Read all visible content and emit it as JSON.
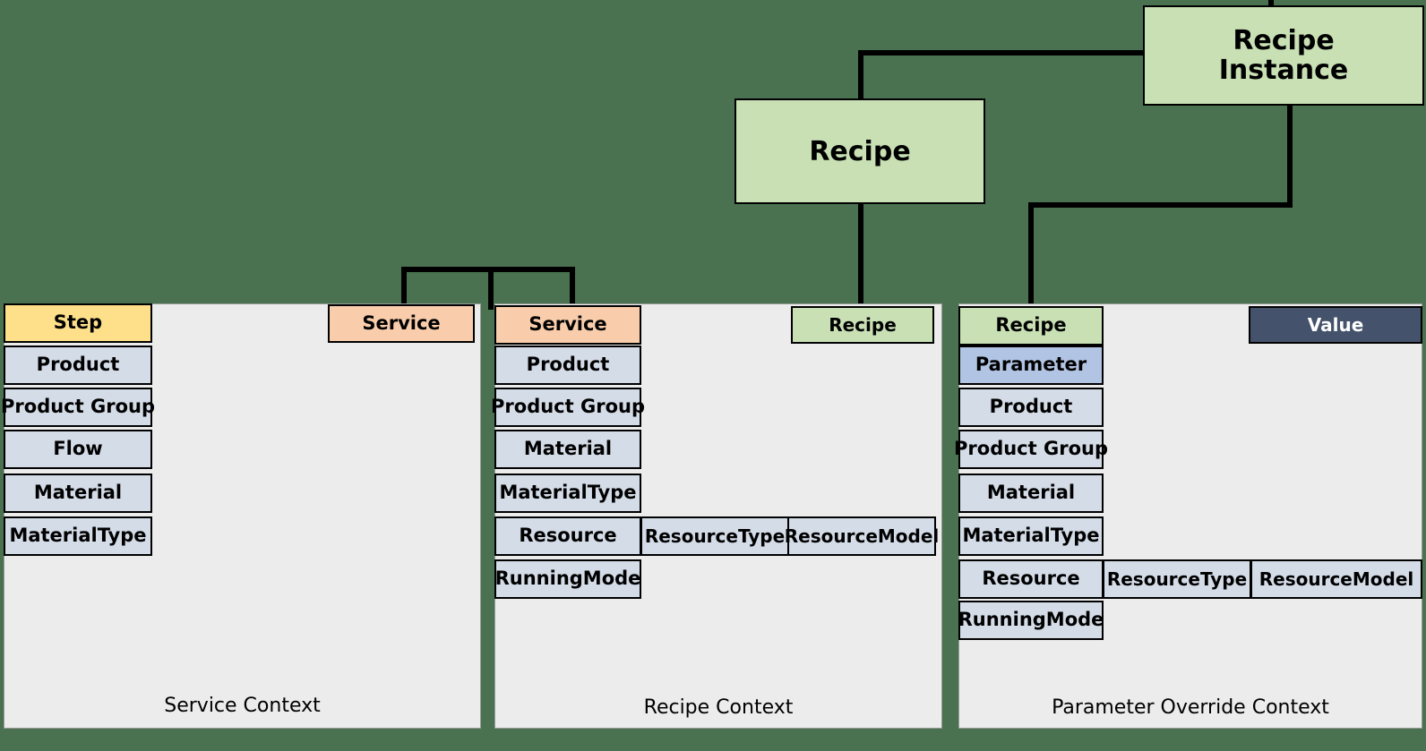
{
  "diagram": {
    "title": "Recipe context model",
    "background_color": "#4a7250",
    "colors": {
      "green": "#c8e0b4",
      "blue_row": "#d4dce8",
      "yellow": "#ffe08a",
      "peach": "#f9cdab",
      "parameter_blue": "#b2c4e4",
      "value_dark": "#44526b",
      "panel_gray": "#ececec",
      "stroke": "#000000"
    }
  },
  "top": {
    "recipe_instance": "Recipe\nInstance",
    "recipe_instance_line1": "Recipe",
    "recipe_instance_line2": "Instance",
    "recipe": "Recipe"
  },
  "panels": [
    {
      "id": "service-context",
      "label": "Service Context",
      "left_stack": [
        {
          "text": "Step",
          "style": "yellow"
        },
        {
          "text": "Product",
          "style": "blue"
        },
        {
          "text": "Product Group",
          "style": "blue"
        },
        {
          "text": "Flow",
          "style": "blue"
        },
        {
          "text": "Material",
          "style": "blue"
        },
        {
          "text": "MaterialType",
          "style": "blue"
        }
      ],
      "right_nodes": [
        {
          "text": "Service",
          "style": "peach"
        }
      ]
    },
    {
      "id": "recipe-context",
      "label": "Recipe Context",
      "left_stack": [
        {
          "text": "Service",
          "style": "peach"
        },
        {
          "text": "Product",
          "style": "blue"
        },
        {
          "text": "Product Group",
          "style": "blue"
        },
        {
          "text": "Material",
          "style": "blue"
        },
        {
          "text": "MaterialType",
          "style": "blue"
        },
        {
          "text": "Resource",
          "style": "blue"
        },
        {
          "text": "RunningMode",
          "style": "blue"
        }
      ],
      "resource_children": [
        {
          "text": "ResourceType",
          "style": "blue"
        },
        {
          "text": "ResourceModel",
          "style": "blue"
        }
      ],
      "right_nodes": [
        {
          "text": "Recipe",
          "style": "green"
        }
      ]
    },
    {
      "id": "parameter-override-context",
      "label": "Parameter Override Context",
      "left_stack": [
        {
          "text": "Recipe",
          "style": "green"
        },
        {
          "text": "Parameter",
          "style": "parameter"
        },
        {
          "text": "Product",
          "style": "blue"
        },
        {
          "text": "Product Group",
          "style": "blue"
        },
        {
          "text": "Material",
          "style": "blue"
        },
        {
          "text": "MaterialType",
          "style": "blue"
        },
        {
          "text": "Resource",
          "style": "blue"
        },
        {
          "text": "RunningMode",
          "style": "blue"
        }
      ],
      "resource_children": [
        {
          "text": "ResourceType",
          "style": "blue"
        },
        {
          "text": "ResourceModel",
          "style": "blue"
        }
      ],
      "right_nodes": [
        {
          "text": "Value",
          "style": "dark"
        }
      ]
    }
  ]
}
